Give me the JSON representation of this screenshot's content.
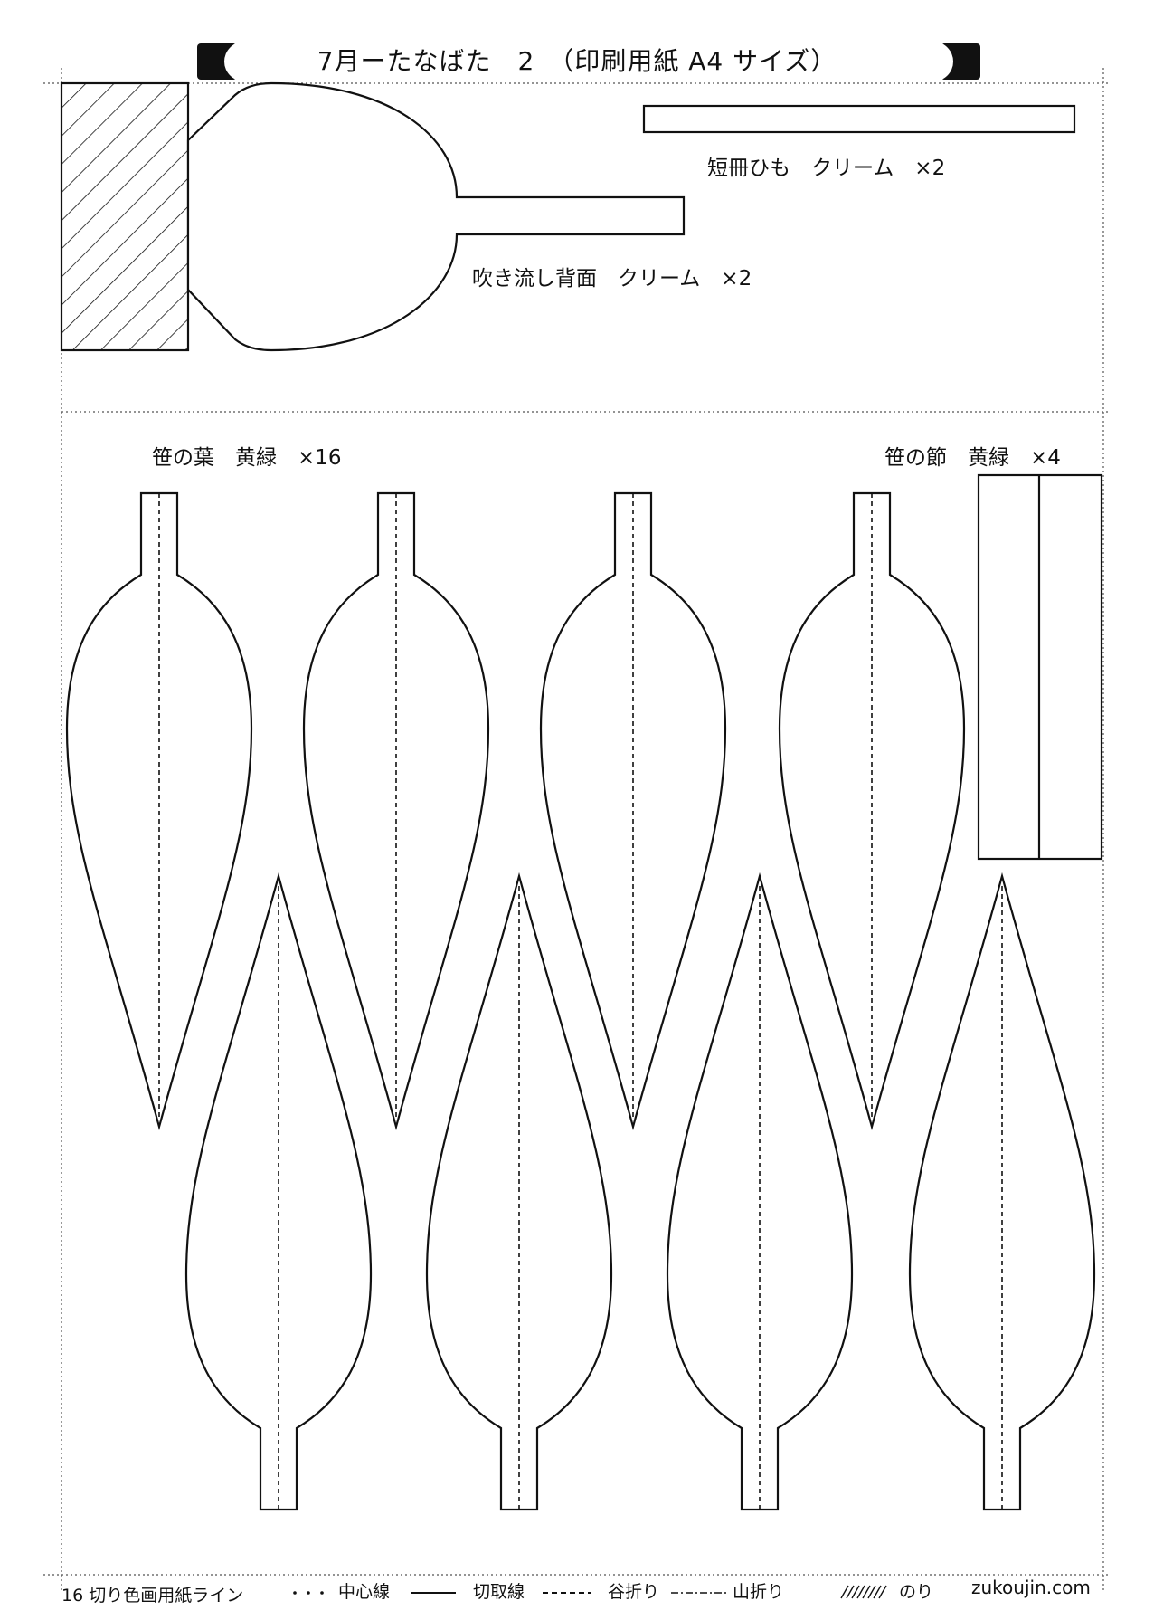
{
  "header": {
    "title": "7月ーたなばた　2　（印刷用紙 A4 サイズ）"
  },
  "parts": {
    "streamer_back": "吹き流し背面　クリーム　×2",
    "strip_string": "短冊ひも　クリーム　×2",
    "bamboo_leaf": "笹の葉　黄緑　×16",
    "bamboo_node": "笹の節　黄緑　×4"
  },
  "legend": {
    "paper_line": "16 切り色画用紙ライン",
    "center_line": "中心線",
    "cut_line": "切取線",
    "valley_fold": "谷折り",
    "mountain_fold": "山折り",
    "glue": "のり",
    "site": "zukoujin.com"
  },
  "colors": {
    "line": "#111111",
    "background": "#ffffff"
  }
}
